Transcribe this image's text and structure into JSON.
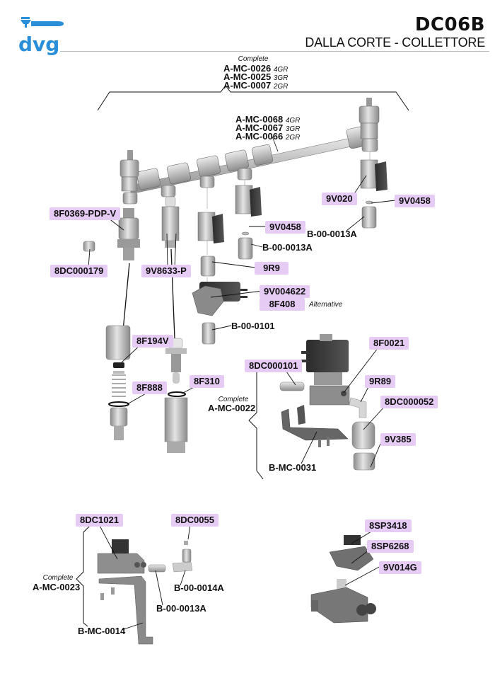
{
  "header": {
    "brand": "dvg",
    "brand_color": "#2a8fd8",
    "title": "DC06B",
    "subtitle": "DALLA CORTE - COLLETTORE"
  },
  "label_color": "#e6ccf5",
  "top_assembly": {
    "caption": "Complete",
    "codes": [
      {
        "code": "A-MC-0026",
        "variant": "4GR"
      },
      {
        "code": "A-MC-0025",
        "variant": "3GR"
      },
      {
        "code": "A-MC-0007",
        "variant": "2GR"
      }
    ]
  },
  "pipe_assembly": {
    "codes": [
      {
        "code": "A-MC-0068",
        "variant": "4GR"
      },
      {
        "code": "A-MC-0067",
        "variant": "3GR"
      },
      {
        "code": "A-MC-0066",
        "variant": "2GR"
      }
    ]
  },
  "tags": {
    "t_9v020": "9V020",
    "t_9v0458_a": "9V0458",
    "t_8f0369": "8F0369-PDP-V",
    "t_9v0458_b": "9V0458",
    "t_9r9": "9R9",
    "t_8dc000179": "8DC000179",
    "t_9v8633": "9V8633-P",
    "t_9v004622": "9V004622",
    "t_8f408": "8F408",
    "t_8f194v": "8F194V",
    "t_8f0021": "8F0021",
    "t_8dc000101": "8DC000101",
    "t_8f310": "8F310",
    "t_9r89": "9R89",
    "t_8f888": "8F888",
    "t_8dc000052": "8DC000052",
    "t_9v385": "9V385",
    "t_8dc1021": "8DC1021",
    "t_8dc0055": "8DC0055",
    "t_8sp3418": "8SP3418",
    "t_8sp6268": "8SP6268",
    "t_9v014g": "9V014G"
  },
  "plain_labels": {
    "b_0013a_1": "B-00-0013A",
    "b_0013a_2": "B-00-0013A",
    "b_0101": "B-00-0101",
    "b_mc_0031": "B-MC-0031",
    "b_0014a": "B-00-0014A",
    "b_0013a_3": "B-00-0013A",
    "b_mc_0014": "B-MC-0014"
  },
  "alternative_note": "Alternative",
  "sub_assembly_1": {
    "caption": "Complete",
    "code": "A-MC-0022"
  },
  "sub_assembly_2": {
    "caption": "Complete",
    "code": "A-MC-0023"
  }
}
